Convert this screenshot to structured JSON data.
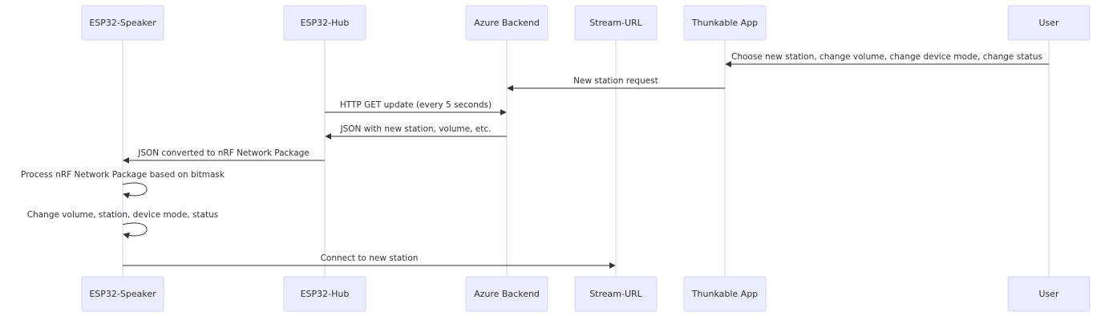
{
  "actors": [
    {
      "id": "speaker",
      "label": "ESP32-Speaker"
    },
    {
      "id": "hub",
      "label": "ESP32-Hub"
    },
    {
      "id": "azure",
      "label": "Azure Backend"
    },
    {
      "id": "stream",
      "label": "Stream-URL"
    },
    {
      "id": "app",
      "label": "Thunkable App"
    },
    {
      "id": "user",
      "label": "User"
    }
  ],
  "messages": [
    {
      "from": "user",
      "to": "app",
      "label": "Choose new station, change volume, change device mode, change status"
    },
    {
      "from": "app",
      "to": "azure",
      "label": "New station request"
    },
    {
      "from": "hub",
      "to": "azure",
      "label": "HTTP GET update (every 5 seconds)"
    },
    {
      "from": "azure",
      "to": "hub",
      "label": "JSON with new station, volume, etc."
    },
    {
      "from": "hub",
      "to": "speaker",
      "label": "JSON converted to nRF Network Package"
    },
    {
      "from": "speaker",
      "to": "speaker",
      "label": "Process nRF Network Package based on bitmask"
    },
    {
      "from": "speaker",
      "to": "speaker",
      "label": "Change volume, station, device mode, status"
    },
    {
      "from": "speaker",
      "to": "stream",
      "label": "Connect to new station"
    }
  ]
}
